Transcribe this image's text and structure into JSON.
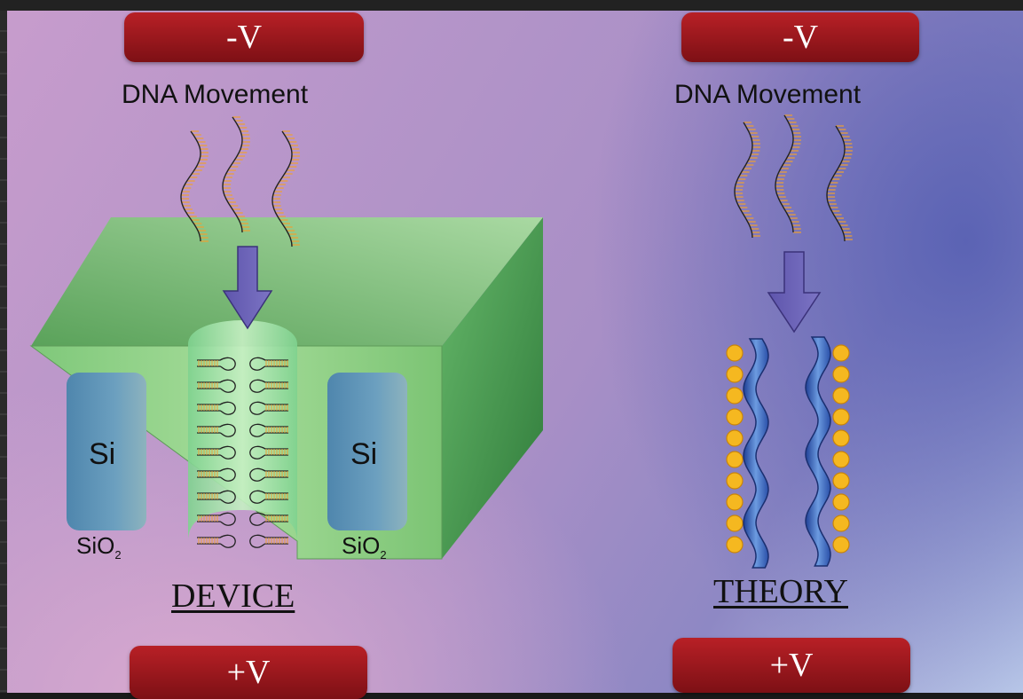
{
  "left_panel": {
    "top_voltage": "-V",
    "heading": "DNA  Movement",
    "left_si": "Si",
    "left_sio2": "SiO",
    "left_sio2_sub": "2",
    "right_si": "Si",
    "right_sio2": "SiO",
    "right_sio2_sub": "2",
    "caption": "DEVICE",
    "bottom_voltage": "+V"
  },
  "right_panel": {
    "top_voltage": "-V",
    "heading": "DNA  Movement",
    "caption": "THEORY",
    "bottom_voltage": "+V"
  },
  "colors": {
    "voltage_box": "#a51a20",
    "arrow": "#6a5cb0",
    "device_green": "#8fcf86",
    "si_block": "#5b8fb2",
    "dna_backbone": "#222222",
    "dna_bases": "#f0a030",
    "ion_bead": "#f5b820",
    "helix_blue": "#2a4fa8"
  }
}
